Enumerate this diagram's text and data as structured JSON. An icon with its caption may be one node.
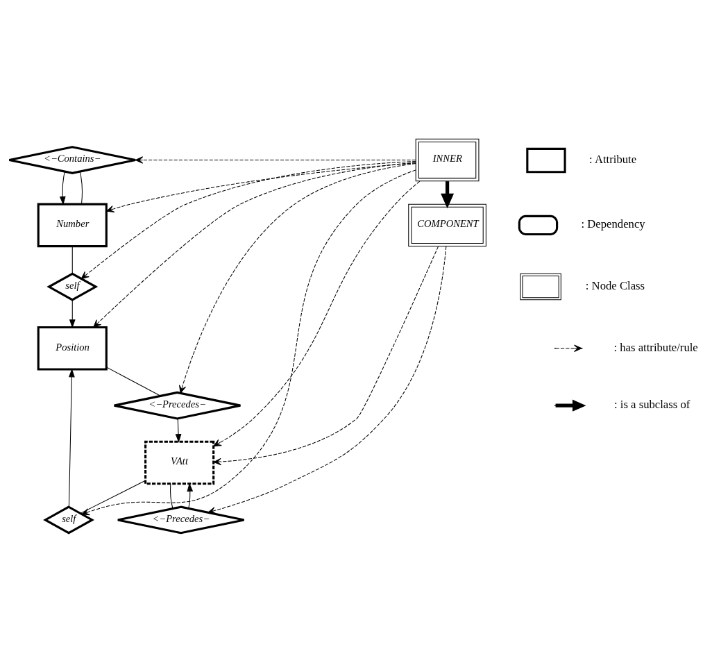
{
  "diagram": {
    "nodes": [
      {
        "text": [
          "<−Contains−"
        ]
      },
      {
        "text": [
          "Number"
        ]
      },
      {
        "text": [
          "self"
        ]
      },
      {
        "text": [
          "Position"
        ]
      },
      {
        "text": [
          "<−Precedes−"
        ]
      },
      {
        "text": [
          "self"
        ]
      },
      {
        "text": [
          "VAtt"
        ]
      },
      {
        "text": [
          "<−Precedes−"
        ]
      },
      {
        "text": [
          "INNER"
        ]
      },
      {
        "text": [
          "COMPONENT"
        ]
      }
    ],
    "edges": [
      {
        "from": 1,
        "to": 0,
        "arrow": "none"
      },
      {
        "from": 0,
        "to": 1,
        "arrow": "to"
      },
      {
        "from": 1,
        "to": 2,
        "arrow": "none"
      },
      {
        "from": 2,
        "to": 3,
        "arrow": "to"
      },
      {
        "from": 3,
        "to": 4,
        "arrow": "none"
      },
      {
        "from": 4,
        "to": 6,
        "arrow": "to"
      },
      {
        "from": 6,
        "to": 5,
        "arrow": "none"
      },
      {
        "from": 5,
        "to": 3,
        "arrow": "to"
      },
      {
        "from": 6,
        "to": 7,
        "arrow": "none"
      },
      {
        "from": 7,
        "to": 6,
        "arrow": "to"
      },
      {
        "from": 8,
        "to": 0,
        "arrow": "to",
        "style": "dashed"
      },
      {
        "from": 8,
        "to": 1,
        "arrow": "to",
        "style": "dashed"
      },
      {
        "from": 8,
        "to": 2,
        "arrow": "to",
        "style": "dashed"
      },
      {
        "from": 8,
        "to": 3,
        "arrow": "to",
        "style": "dashed"
      },
      {
        "from": 8,
        "to": 4,
        "arrow": "to",
        "style": "dashed"
      },
      {
        "from": 8,
        "to": 5,
        "arrow": "to",
        "style": "dashed"
      },
      {
        "from": 8,
        "to": 6,
        "arrow": "to",
        "style": "dashed"
      },
      {
        "from": 9,
        "to": 6,
        "arrow": "to",
        "style": "dashed"
      },
      {
        "from": 9,
        "to": 7,
        "arrow": "to",
        "style": "dashed"
      },
      {
        "from": 8,
        "to": 9,
        "arrow": "to",
        "style": "thick"
      }
    ],
    "legend": [
      {
        "text": ": Attribute"
      },
      {
        "text": ": Dependency"
      },
      {
        "text": ": Node Class"
      },
      {
        "text": ": has attribute/rule"
      },
      {
        "text": ": is a subclass of"
      }
    ]
  }
}
